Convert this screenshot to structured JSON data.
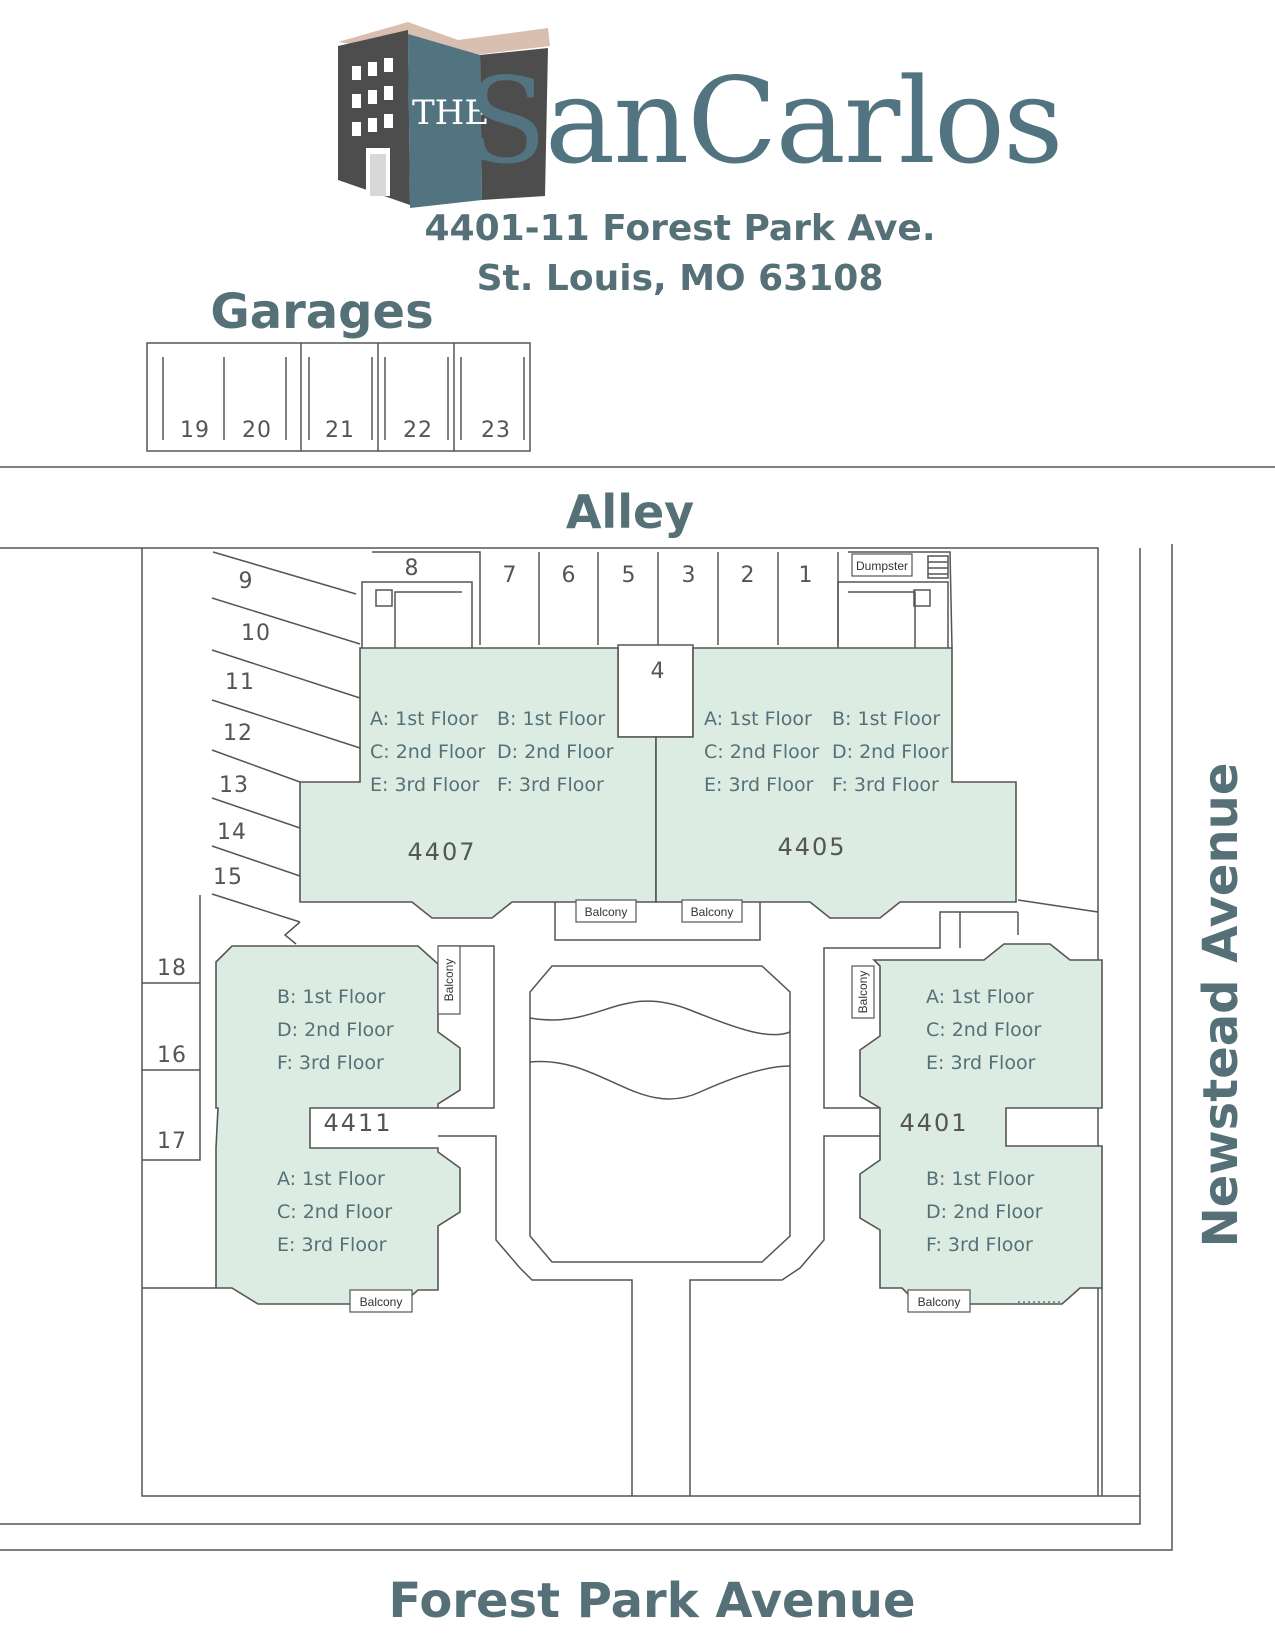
{
  "header": {
    "logo_the": "THE",
    "logo_name": "SanCarlos",
    "address_line1": "4401-11 Forest Park Ave.",
    "address_line2": "St. Louis, MO 63108"
  },
  "labels": {
    "garages": "Garages",
    "alley": "Alley",
    "newstead": "Newstead Avenue",
    "forest_park": "Forest Park Avenue",
    "dumpster": "Dumpster",
    "balcony": "Balcony"
  },
  "garages": [
    "19",
    "20",
    "21",
    "22",
    "23"
  ],
  "parking": {
    "top": [
      "8",
      "7",
      "6",
      "5",
      "3",
      "2",
      "1"
    ],
    "middle": "4",
    "left": [
      "9",
      "10",
      "11",
      "12",
      "13",
      "14",
      "15"
    ],
    "side": [
      "18",
      "16",
      "17"
    ]
  },
  "buildings": {
    "b4407": {
      "number": "4407",
      "col1": [
        "A: 1st Floor",
        "C: 2nd Floor",
        "E: 3rd Floor"
      ],
      "col2": [
        "B: 1st Floor",
        "D: 2nd Floor",
        "F: 3rd Floor"
      ]
    },
    "b4405": {
      "number": "4405",
      "col1": [
        "A: 1st Floor",
        "C: 2nd Floor",
        "E: 3rd Floor"
      ],
      "col2": [
        "B: 1st Floor",
        "D: 2nd Floor",
        "F: 3rd Floor"
      ]
    },
    "b4411": {
      "number": "4411",
      "upper": [
        "B: 1st Floor",
        "D: 2nd Floor",
        "F: 3rd Floor"
      ],
      "lower": [
        "A: 1st Floor",
        "C: 2nd Floor",
        "E: 3rd Floor"
      ]
    },
    "b4401": {
      "number": "4401",
      "upper": [
        "A: 1st Floor",
        "C: 2nd Floor",
        "E: 3rd Floor"
      ],
      "lower": [
        "B: 1st Floor",
        "D: 2nd Floor",
        "F: 3rd Floor"
      ]
    }
  },
  "colors": {
    "accent": "#557077",
    "building_fill": "#dcece2",
    "line": "#555555"
  }
}
